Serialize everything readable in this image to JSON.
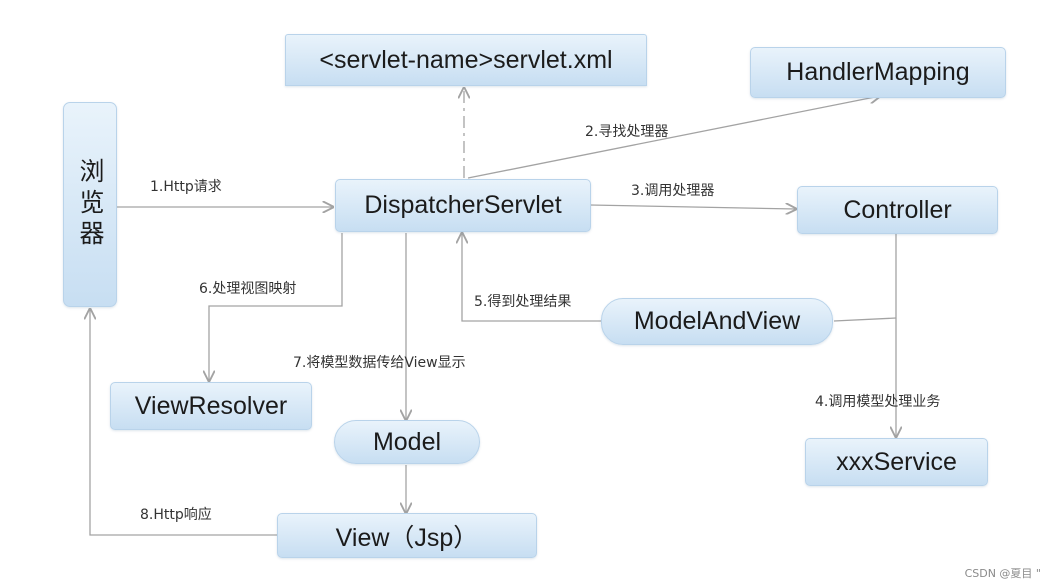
{
  "nodes": {
    "servlet_xml": "<servlet-name>servlet.xml",
    "handler_mapping": "HandlerMapping",
    "browser": "浏览器",
    "dispatcher": "DispatcherServlet",
    "controller": "Controller",
    "model_and_view": "ModelAndView",
    "view_resolver": "ViewResolver",
    "model": "Model",
    "xxx_service": "xxxService",
    "view_jsp": "View（Jsp）"
  },
  "labels": {
    "step1": "1.Http请求",
    "step2": "2.寻找处理器",
    "step3": "3.调用处理器",
    "step4": "4.调用模型处理业务",
    "step5": "5.得到处理结果",
    "step6": "6.处理视图映射",
    "step7": "7.将模型数据传给View显示",
    "step8": "8.Http响应"
  },
  "watermark": "CSDN @夏目 \"",
  "colors": {
    "box_top": "#e9f3fb",
    "box_bottom": "#c7def2",
    "line": "#a3a3a3"
  }
}
